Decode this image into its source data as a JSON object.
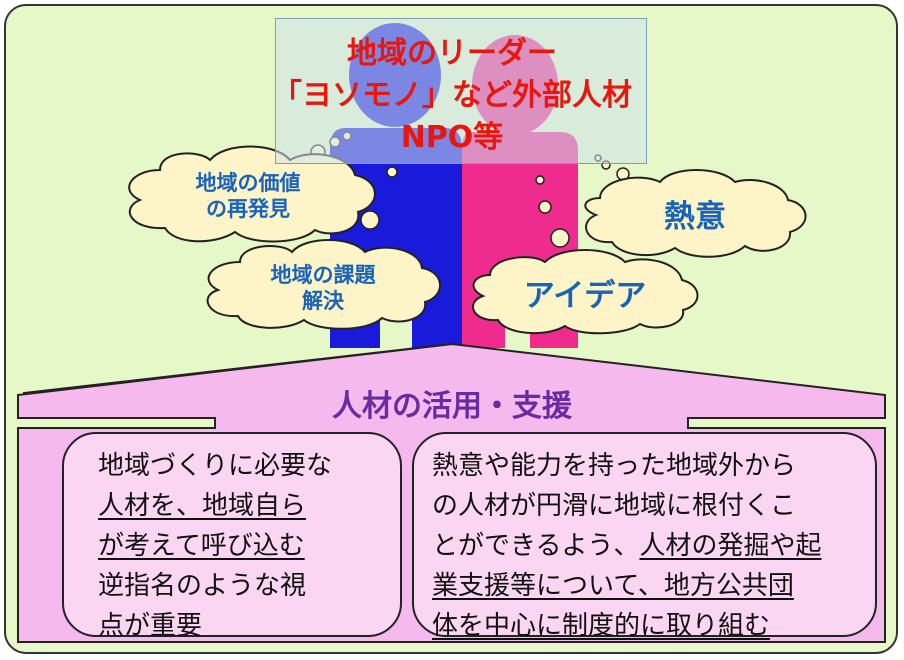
{
  "title": {
    "line1": "地域のリーダー",
    "line2": "「ヨソモノ」など外部人材",
    "line3": "NPO等"
  },
  "clouds": {
    "value_rediscovery": {
      "line1": "地域の価値",
      "line2": "の再発見"
    },
    "problem_solving": {
      "line1": "地域の課題",
      "line2": "解決"
    },
    "enthusiasm": "熱意",
    "idea": "アイデア"
  },
  "arrow": {
    "label": "人材の活用・支援"
  },
  "left_panel": {
    "line1": "地域づくりに必要な",
    "line2": "人材を、地域自ら",
    "line3": "が考えて呼び込む",
    "line4": "逆指名のような視",
    "line5": "点が重要"
  },
  "right_panel": {
    "line1": "熱意や能力を持った地域外から",
    "line2": "の人材が円滑に地域に根付くこ",
    "line3a": "とができるよう、",
    "line3b": "人材の発掘や起",
    "line4": "業支援等について、地方公共団",
    "line5": "体を中心に制度的に取り組む"
  },
  "colors": {
    "background": "#e6f7c8",
    "title_text": "#e8170d",
    "cloud_fill": "#fdf5c8",
    "cloud_text": "#1a63b8",
    "figure_blue": "#1a1adb",
    "figure_pink": "#ef2b8e",
    "arrow_fill": "#f6b9ee",
    "arrow_text": "#6a2aa0",
    "panel_fill": "#fbd6f3"
  }
}
